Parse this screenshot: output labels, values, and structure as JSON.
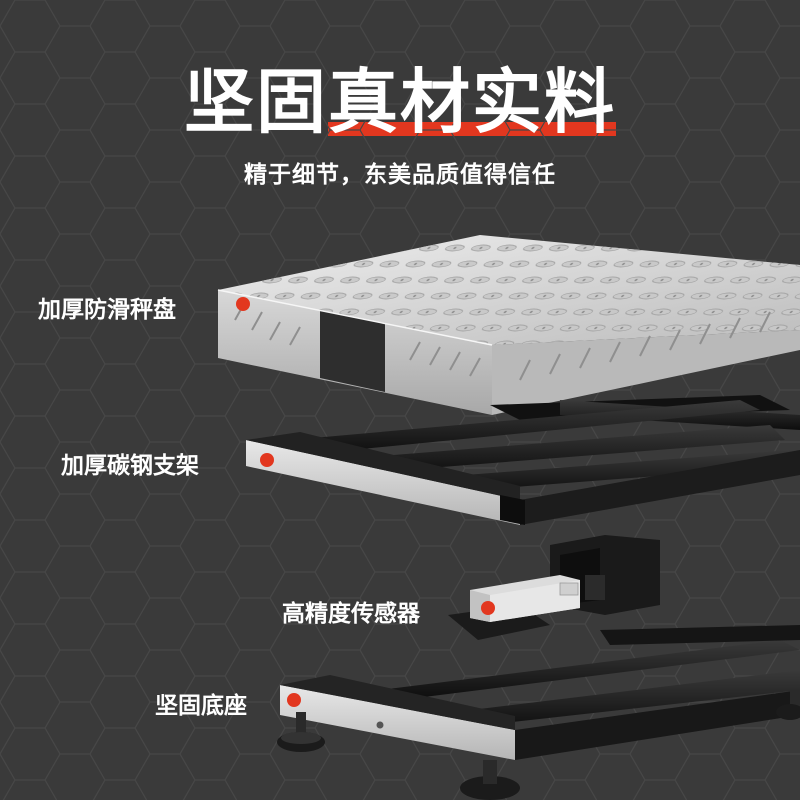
{
  "title": {
    "part1": "坚固",
    "part2": "真材实料"
  },
  "subtitle": "精于细节，东美品质值得信任",
  "labels": {
    "platform": "加厚防滑秤盘",
    "frame": "加厚碳钢支架",
    "sensor": "高精度传感器",
    "base": "坚固底座"
  },
  "colors": {
    "accent": "#e2371f",
    "background": "#3a3a3a",
    "metal": "#d9d9d9",
    "frame": "#1a1a1a"
  }
}
